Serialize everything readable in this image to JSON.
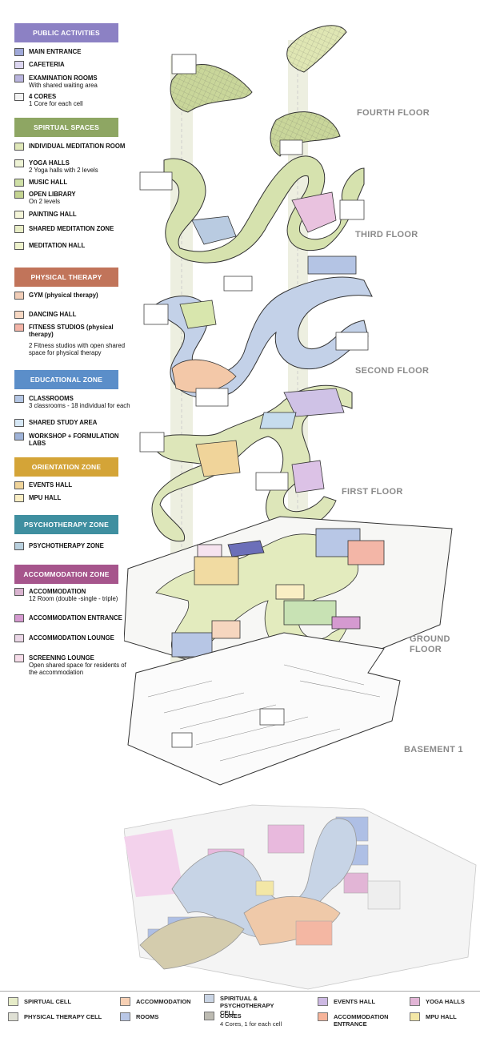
{
  "legend": {
    "public": {
      "header": "PUBLIC ACTIVITIES",
      "color": "#8c81c4",
      "items": [
        {
          "label": "MAIN ENTRANCE",
          "sub": "",
          "color": "#9fa8d8"
        },
        {
          "label": "CAFETERIA",
          "sub": "",
          "color": "#dcd6f0"
        },
        {
          "label": "EXAMINATION ROOMS",
          "sub": "With shared waiting area",
          "color": "#b9b4de"
        },
        {
          "label": "4 CORES",
          "sub": "1 Core for each cell",
          "color": "#f2f2f2"
        }
      ]
    },
    "spiritual": {
      "header": "SPIRTUAL SPACES",
      "color": "#8ea663",
      "items": [
        {
          "label": "INDIVIDUAL MEDITATION ROOM",
          "sub": "",
          "color": "#dfe7b8"
        },
        {
          "label": "YOGA HALLS",
          "sub": "2 Yoga halls with 2 levels",
          "color": "#eef3d5"
        },
        {
          "label": "MUSIC HALL",
          "sub": "",
          "color": "#cfe0a6"
        },
        {
          "label": "OPEN LIBRARY",
          "sub": "On 2 levels",
          "color": "#c4d491"
        },
        {
          "label": "PAINTING HALL",
          "sub": "",
          "color": "#f4f5d8"
        },
        {
          "label": "SHARED MEDITATION ZONE",
          "sub": "",
          "color": "#e8edc6"
        },
        {
          "label": "MEDITATION HALL",
          "sub": "",
          "color": "#eef2cc"
        }
      ]
    },
    "physical": {
      "header": "PHYSICAL THERAPY",
      "color": "#c1745a",
      "items": [
        {
          "label": "GYM (physical therapy)",
          "sub": "",
          "color": "#f1cdb7"
        },
        {
          "label": "DANCING HALL",
          "sub": "",
          "color": "#f7d8c3"
        },
        {
          "label": "FITNESS STUDIOS (physical therapy)",
          "sub": "2 Fitness studios with open shared space for physical therapy",
          "color": "#f3b4a7"
        }
      ]
    },
    "educational": {
      "header": "EDUCATIONAL ZONE",
      "color": "#5b8ec9",
      "items": [
        {
          "label": "CLASSROOMS",
          "sub": "3 classrooms - 18 individual for each",
          "color": "#b4c6e4"
        },
        {
          "label": "SHARED STUDY AREA",
          "sub": "",
          "color": "#d6e7f5"
        },
        {
          "label": "WORKSHOP + FORMULATION LABS",
          "sub": "",
          "color": "#9fb3d8"
        }
      ]
    },
    "orientation": {
      "header": "ORIENTATION ZONE",
      "color": "#d4a437",
      "items": [
        {
          "label": "EVENTS HALL",
          "sub": "",
          "color": "#f0d49a"
        },
        {
          "label": "MPU HALL",
          "sub": "",
          "color": "#faeec4"
        }
      ]
    },
    "psycho": {
      "header": "PSYCHOTHERAPY ZONE",
      "color": "#3f8fa0",
      "items": [
        {
          "label": "PSYCHOTHERAPY ZONE",
          "sub": "",
          "color": "#b9d0de"
        }
      ]
    },
    "accommodation": {
      "header": "ACCOMMODATION ZONE",
      "color": "#a6558c",
      "items": [
        {
          "label": "ACCOMMODATION",
          "sub": "12 Room (double -single - triple)",
          "color": "#d9b3cf"
        },
        {
          "label": "ACCOMMODATION ENTRANCE",
          "sub": "",
          "color": "#d59ad0"
        },
        {
          "label": "ACCOMMODATION LOUNGE",
          "sub": "",
          "color": "#ead6e6"
        },
        {
          "label": "SCREENING LOUNGE",
          "sub": "Open shared space for residents of the accommodation",
          "color": "#f6dce9"
        }
      ]
    }
  },
  "floors": {
    "fourth": "FOURTH FLOOR",
    "third": "THIRD FLOOR",
    "second": "SECOND FLOOR",
    "first": "FIRST FLOOR",
    "ground_1": "GROUND",
    "ground_2": "FLOOR",
    "basement": "BASEMENT 1"
  },
  "bottom_legend": [
    {
      "label": "SPIRTUAL CELL",
      "sub": "",
      "color": "#e6ecc8"
    },
    {
      "label": "PHYSICAL THERAPY CELL",
      "sub": "",
      "color": "#dfe0d4"
    },
    {
      "label": "ACCOMMODATION",
      "sub": "",
      "color": "#f7d0b4"
    },
    {
      "label": "ROOMS",
      "sub": "",
      "color": "#b9c7e6"
    },
    {
      "label": "SPIRITUAL & PSYCHOTHERAPY CELL",
      "sub": "",
      "color": "#c9d4e4"
    },
    {
      "label": "CORES",
      "sub": "4 Cores, 1 for each cell",
      "color": "#bdbbb2"
    },
    {
      "label": "EVENTS HALL",
      "sub": "",
      "color": "#cdb9e3"
    },
    {
      "label": "ACCOMMODATION ENTRANCE",
      "sub": "",
      "color": "#f6b49a"
    },
    {
      "label": "YOGA HALLS",
      "sub": "",
      "color": "#e2b5d6"
    },
    {
      "label": "MPU HALL",
      "sub": "",
      "color": "#f3e7a6"
    }
  ]
}
